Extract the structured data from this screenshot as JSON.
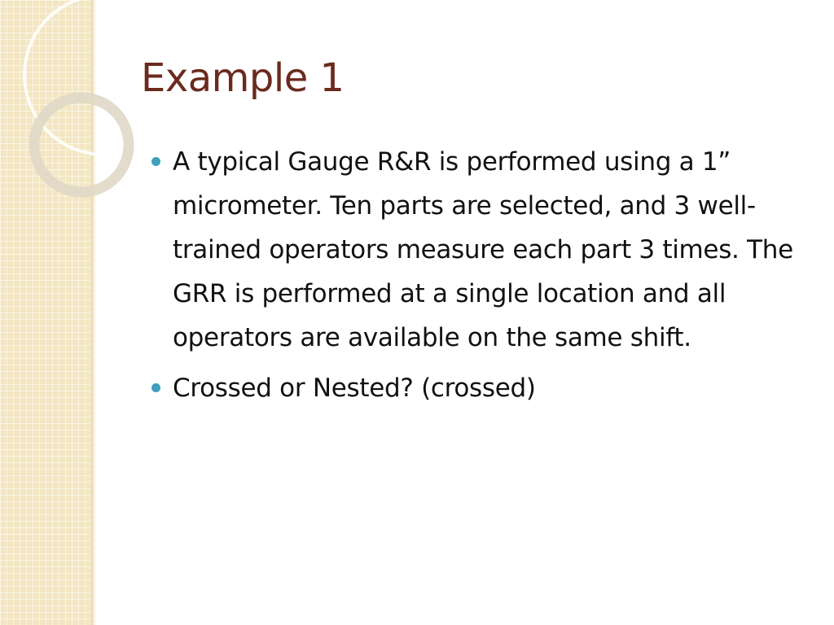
{
  "slide": {
    "title": "Example 1",
    "bullets": [
      {
        "text": "A typical Gauge R&R is performed using a 1” micrometer.  Ten parts are selected, and 3 well-trained operators measure each part 3 times.  The GRR is performed at a single location and all operators are available on the same shift."
      },
      {
        "text": "Crossed or Nested? (crossed)"
      }
    ]
  },
  "colors": {
    "title": "#6b2a1e",
    "bullet": "#3f9fbd",
    "band": "#f3e6c2",
    "text": "#111111"
  }
}
